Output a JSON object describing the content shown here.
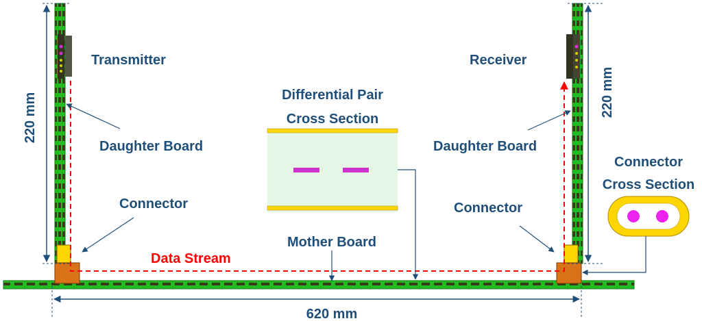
{
  "labels": {
    "transmitter": "Transmitter",
    "receiver": "Receiver",
    "daughter_board_left": "Daughter Board",
    "daughter_board_right": "Daughter Board",
    "connector_left": "Connector",
    "connector_right": "Connector",
    "diff_pair_line1": "Differential Pair",
    "diff_pair_line2": "Cross Section",
    "connector_cs_line1": "Connector",
    "connector_cs_line2": "Cross Section",
    "mother_board": "Mother Board",
    "data_stream": "Data Stream"
  },
  "dimensions": {
    "height_left": "220 mm",
    "height_right": "220 mm",
    "width": "620 mm"
  },
  "colors": {
    "label": "#1f4e79",
    "board_green": "#22bb22",
    "board_dark": "#3a3a1a",
    "connector_orange": "#d9731a",
    "connector_yellow": "#ffd700",
    "data_stream_red": "#ff0000",
    "trace_magenta": "#cc33cc",
    "dielectric": "#e6f7e6",
    "dimension_line": "#1f4e79"
  }
}
